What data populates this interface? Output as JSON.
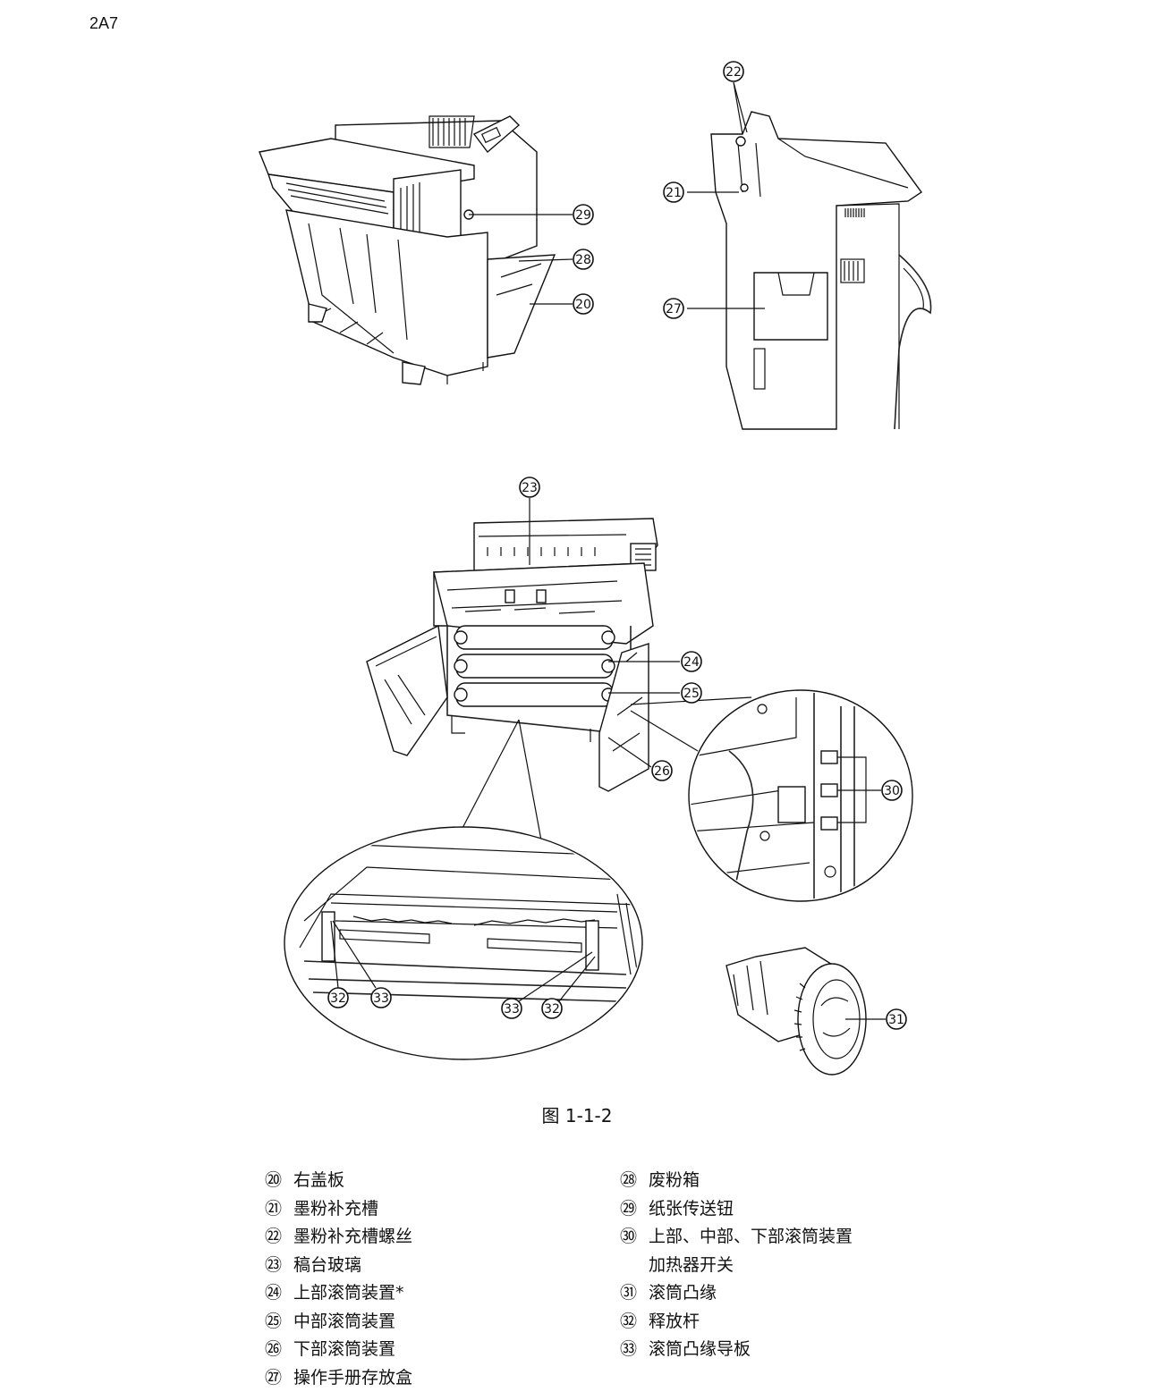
{
  "page_code": "2A7",
  "callouts": {
    "c20": "20",
    "c21": "21",
    "c22": "22",
    "c23": "23",
    "c24": "24",
    "c25": "25",
    "c26": "26",
    "c27": "27",
    "c28": "28",
    "c29": "29",
    "c30": "30",
    "c31": "31",
    "c32": "32",
    "c33": "33"
  },
  "figure_caption": "图 1-1-2",
  "legend_left": [
    {
      "num": "⑳",
      "label": "右盖板"
    },
    {
      "num": "㉑",
      "label": "墨粉补充槽"
    },
    {
      "num": "㉒",
      "label": "墨粉补充槽螺丝"
    },
    {
      "num": "㉓",
      "label": "稿台玻璃"
    },
    {
      "num": "㉔",
      "label": "上部滚筒装置*"
    },
    {
      "num": "㉕",
      "label": "中部滚筒装置"
    },
    {
      "num": "㉖",
      "label": "下部滚筒装置"
    },
    {
      "num": "㉗",
      "label": "操作手册存放盒"
    }
  ],
  "legend_right": [
    {
      "num": "㉘",
      "label": "废粉箱"
    },
    {
      "num": "㉙",
      "label": "纸张传送钮"
    },
    {
      "num": "㉚",
      "label": "上部、中部、下部滚筒装置\n加热器开关"
    },
    {
      "num": "㉛",
      "label": "滚筒凸缘"
    },
    {
      "num": "㉜",
      "label": "释放杆"
    },
    {
      "num": "㉝",
      "label": "滚筒凸缘导板"
    }
  ]
}
